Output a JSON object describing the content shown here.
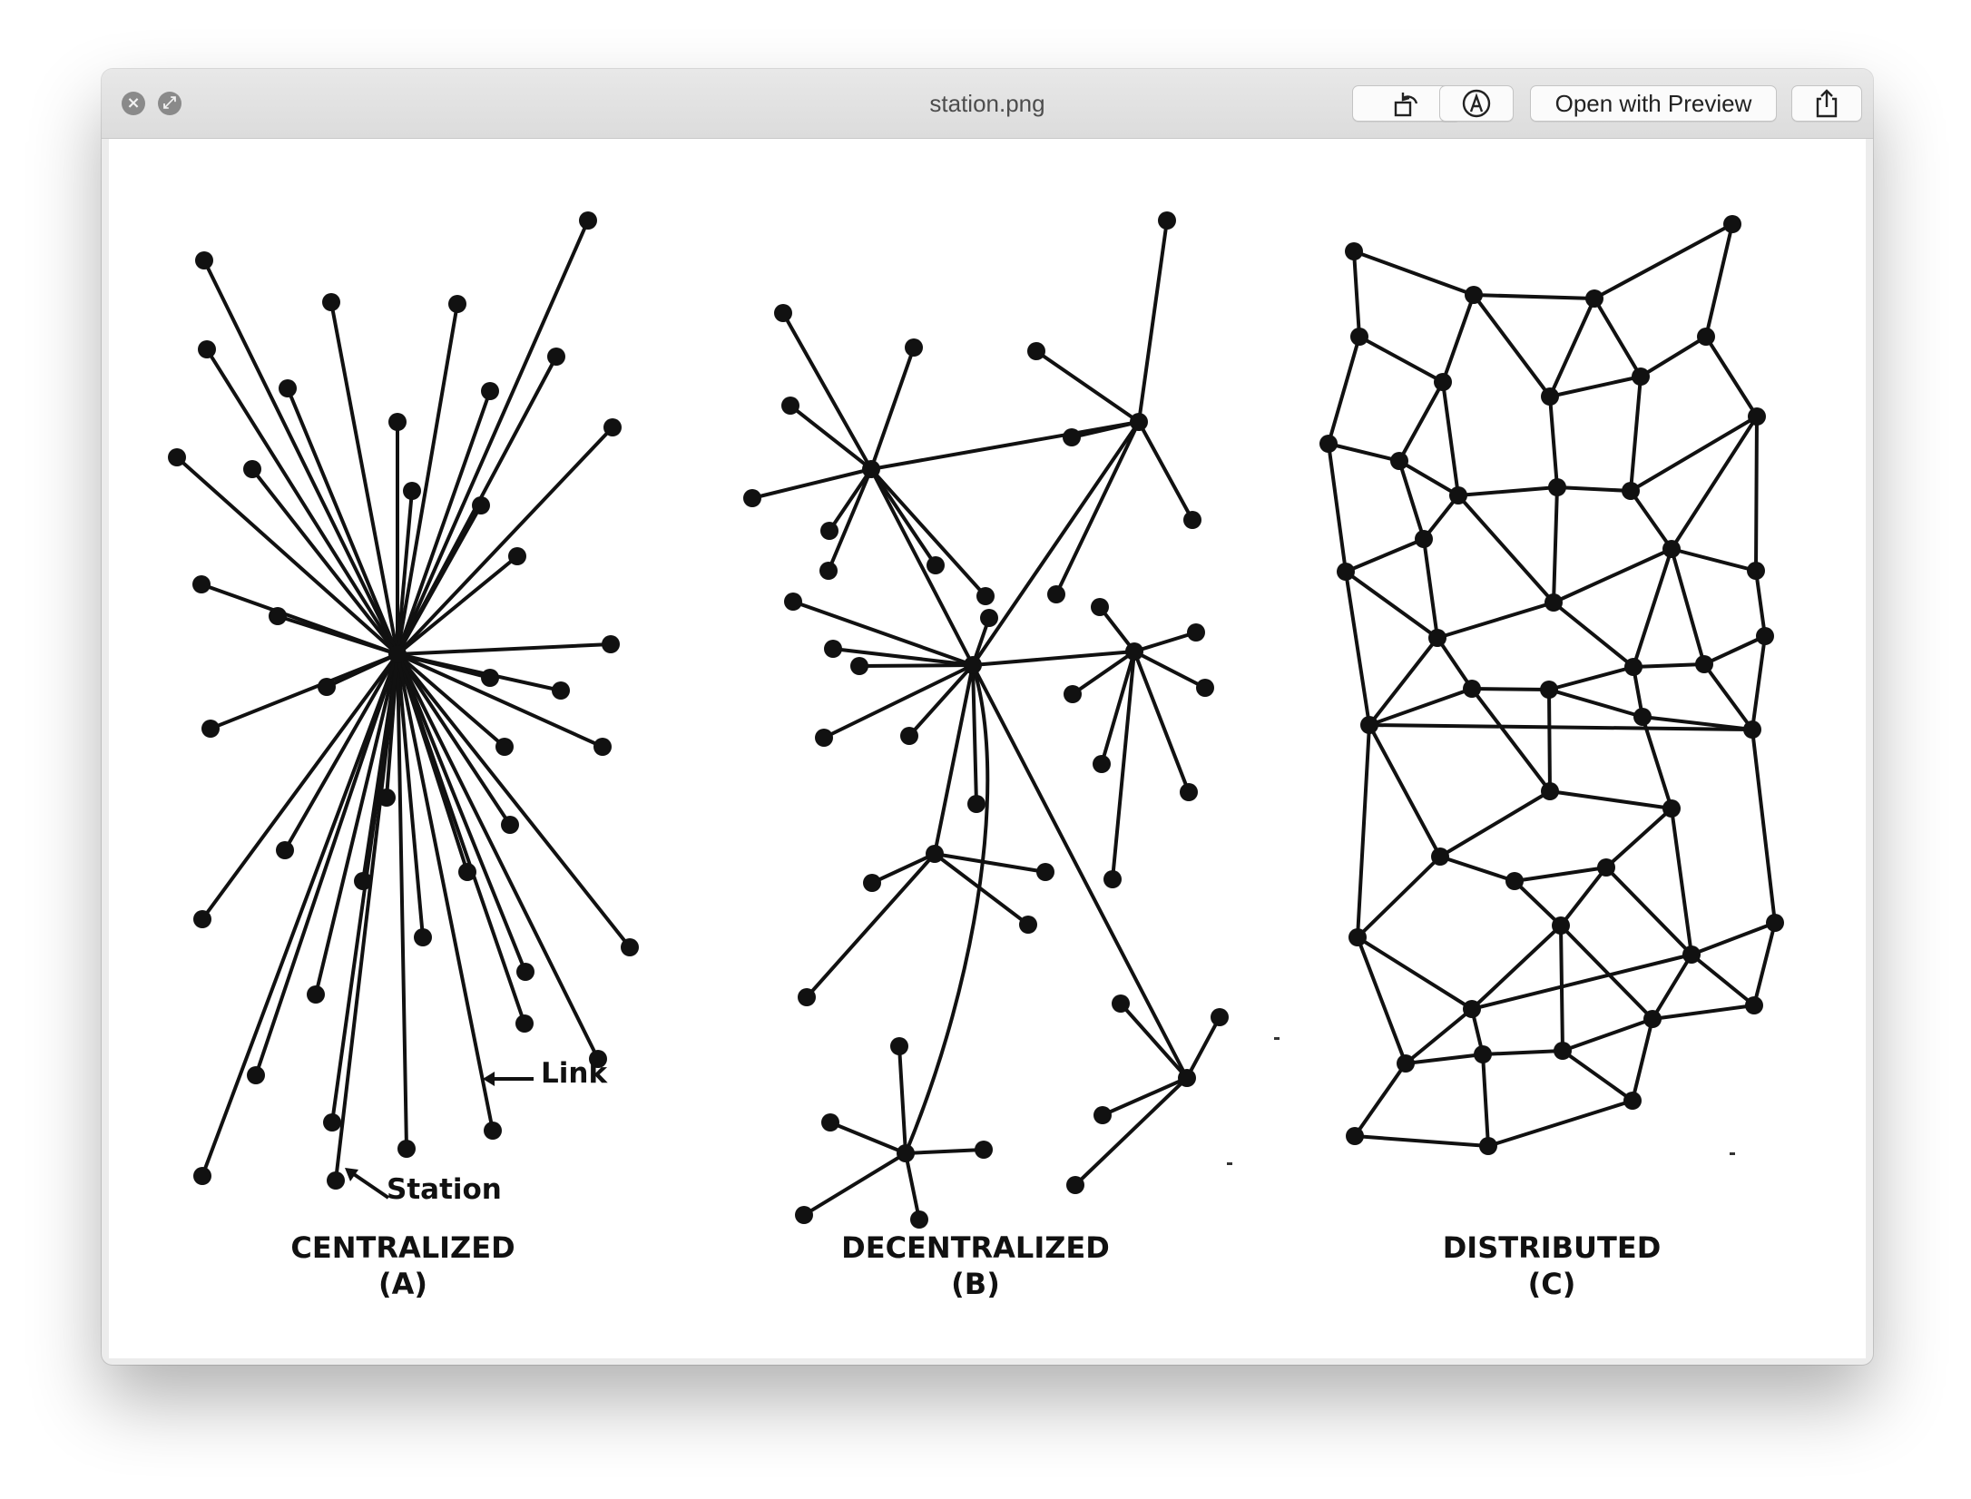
{
  "window": {
    "title": "station.png",
    "open_button_label": "Open with Preview",
    "close_icon": "close-icon",
    "fullscreen_icon": "fullscreen-icon",
    "rotate_icon": "rotate-icon",
    "markup_icon": "markup-icon",
    "share_icon": "share-icon"
  },
  "figure": {
    "panels": [
      {
        "name": "CENTRALIZED",
        "letter": "(A)"
      },
      {
        "name": "DECENTRALIZED",
        "letter": "(B)"
      },
      {
        "name": "DISTRIBUTED",
        "letter": "(C)"
      }
    ],
    "annotations": {
      "link": "Link",
      "station": "Station"
    }
  }
}
